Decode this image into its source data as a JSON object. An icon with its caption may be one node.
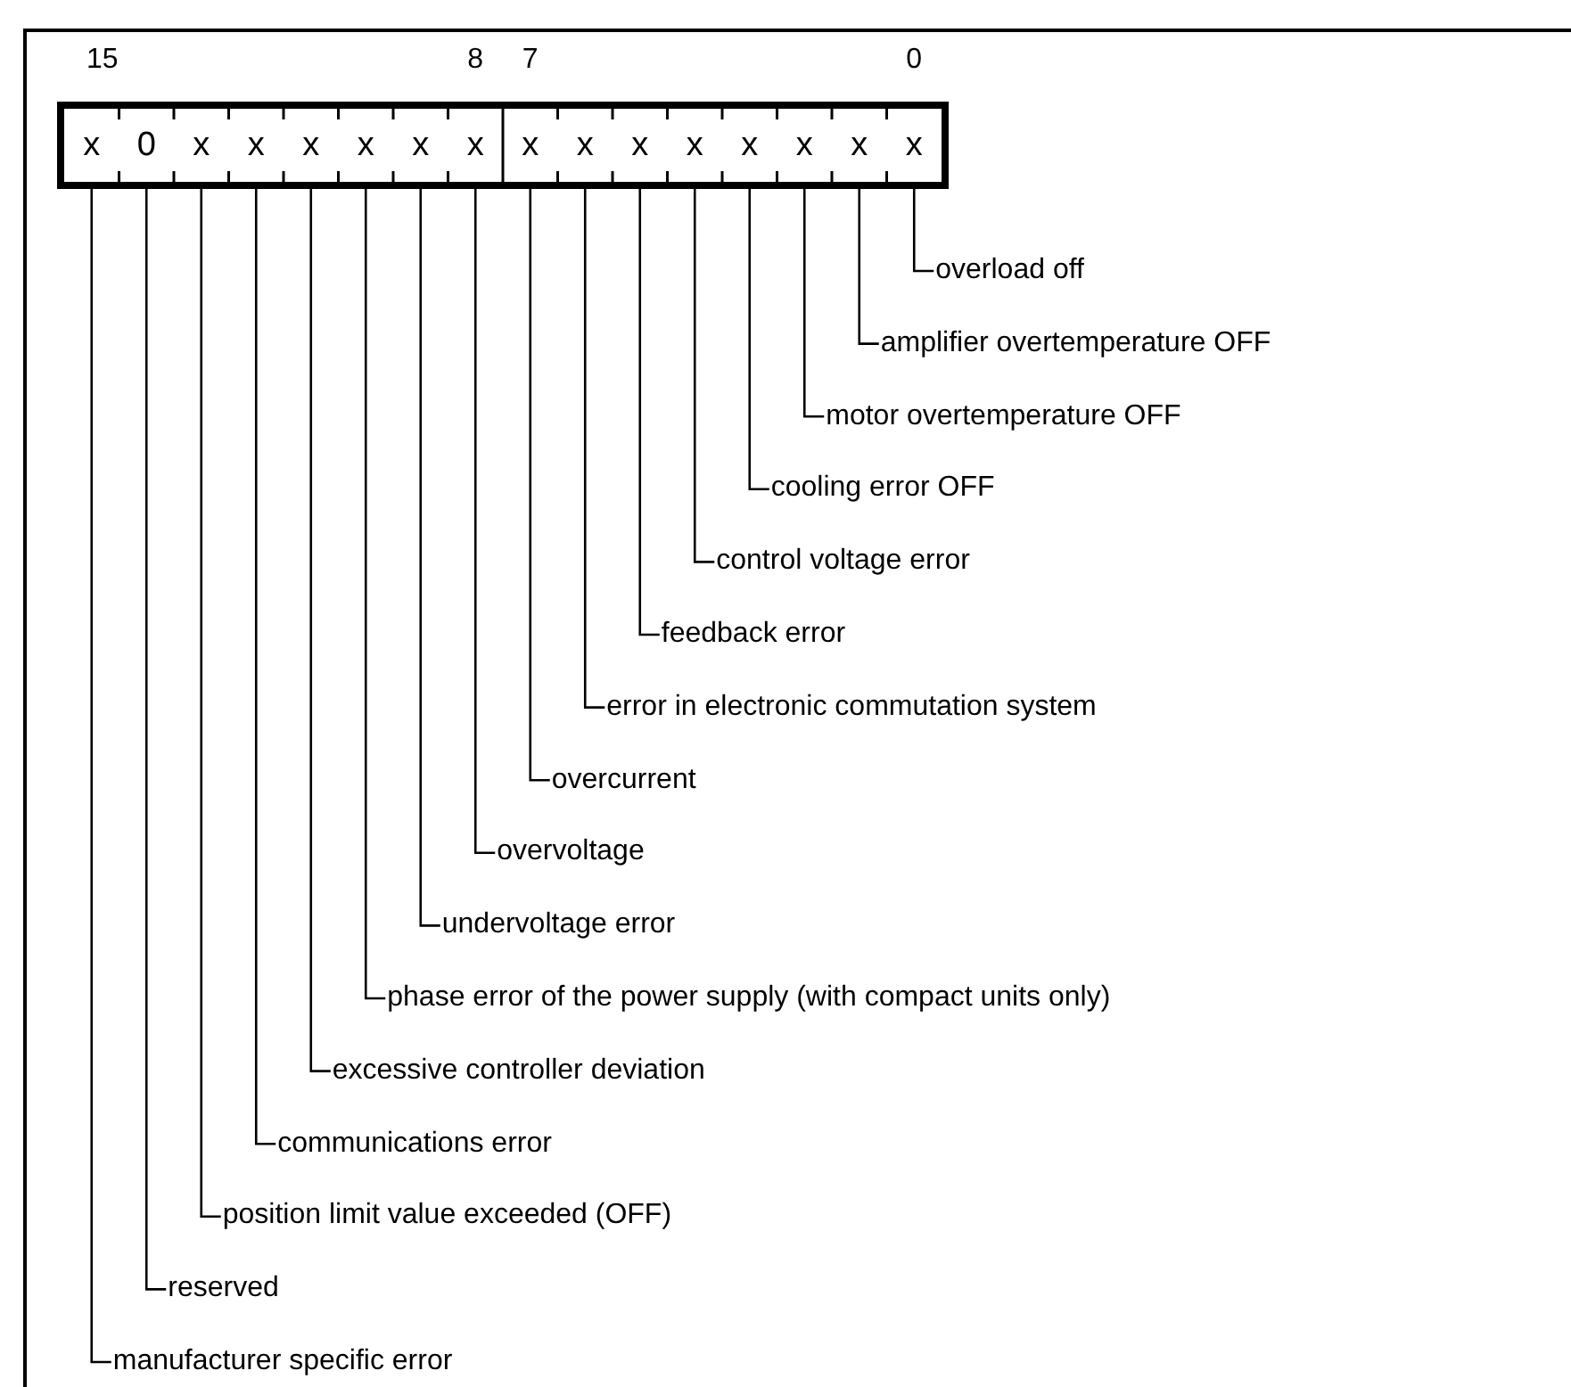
{
  "diagram": {
    "nodes": [
      {
        "text": [],
        "shape": "box"
      },
      {
        "text": [
          "x"
        ],
        "in": 0
      },
      {
        "text": [
          "0"
        ],
        "in": 0
      },
      {
        "text": [
          "x"
        ],
        "in": 0
      },
      {
        "text": [
          "x"
        ],
        "in": 0
      },
      {
        "text": [
          "x"
        ],
        "in": 0
      },
      {
        "text": [
          "x"
        ],
        "in": 0
      },
      {
        "text": [
          "x"
        ],
        "in": 0
      },
      {
        "text": [
          "x"
        ],
        "in": 0
      },
      {
        "text": [
          "x"
        ],
        "in": 0
      },
      {
        "text": [
          "x"
        ],
        "in": 0
      },
      {
        "text": [
          "x"
        ],
        "in": 0
      },
      {
        "text": [
          "x"
        ],
        "in": 0
      },
      {
        "text": [
          "x"
        ],
        "in": 0
      },
      {
        "text": [
          "x"
        ],
        "in": 0
      },
      {
        "text": [
          "x"
        ],
        "in": 0
      },
      {
        "text": [
          "x"
        ],
        "in": 0
      },
      {
        "text": [
          "overload off"
        ]
      },
      {
        "text": [
          "amplifier overtemperature OFF"
        ]
      },
      {
        "text": [
          "motor overtemperature OFF"
        ]
      },
      {
        "text": [
          "cooling error OFF"
        ]
      },
      {
        "text": [
          "control voltage error"
        ]
      },
      {
        "text": [
          "feedback error"
        ]
      },
      {
        "text": [
          "error in electronic commutation system"
        ]
      },
      {
        "text": [
          "overcurrent"
        ]
      },
      {
        "text": [
          "overvoltage"
        ]
      },
      {
        "text": [
          "undervoltage error"
        ]
      },
      {
        "text": [
          "phase error of the power supply (with compact units only)"
        ]
      },
      {
        "text": [
          "excessive controller deviation"
        ]
      },
      {
        "text": [
          "communications error"
        ]
      },
      {
        "text": [
          "position limit value exceeded (OFF)"
        ]
      },
      {
        "text": [
          "reserved"
        ]
      },
      {
        "text": [
          "manufacturer specific error"
        ]
      }
    ],
    "edges": [
      {
        "from": 16,
        "to": 17,
        "arrow": "none"
      },
      {
        "from": 15,
        "to": 18,
        "arrow": "none"
      },
      {
        "from": 14,
        "to": 19,
        "arrow": "none"
      },
      {
        "from": 13,
        "to": 20,
        "arrow": "none"
      },
      {
        "from": 12,
        "to": 21,
        "arrow": "none"
      },
      {
        "from": 11,
        "to": 22,
        "arrow": "none"
      },
      {
        "from": 10,
        "to": 23,
        "arrow": "none"
      },
      {
        "from": 9,
        "to": 24,
        "arrow": "none"
      },
      {
        "from": 8,
        "to": 25,
        "arrow": "none"
      },
      {
        "from": 7,
        "to": 26,
        "arrow": "none"
      },
      {
        "from": 6,
        "to": 27,
        "arrow": "none"
      },
      {
        "from": 5,
        "to": 28,
        "arrow": "none"
      },
      {
        "from": 4,
        "to": 29,
        "arrow": "none"
      },
      {
        "from": 3,
        "to": 30,
        "arrow": "none"
      },
      {
        "from": 2,
        "to": 31,
        "arrow": "none"
      },
      {
        "from": 1,
        "to": 32,
        "arrow": "none"
      }
    ],
    "labels": [
      "15",
      "8",
      "7",
      "0"
    ]
  }
}
